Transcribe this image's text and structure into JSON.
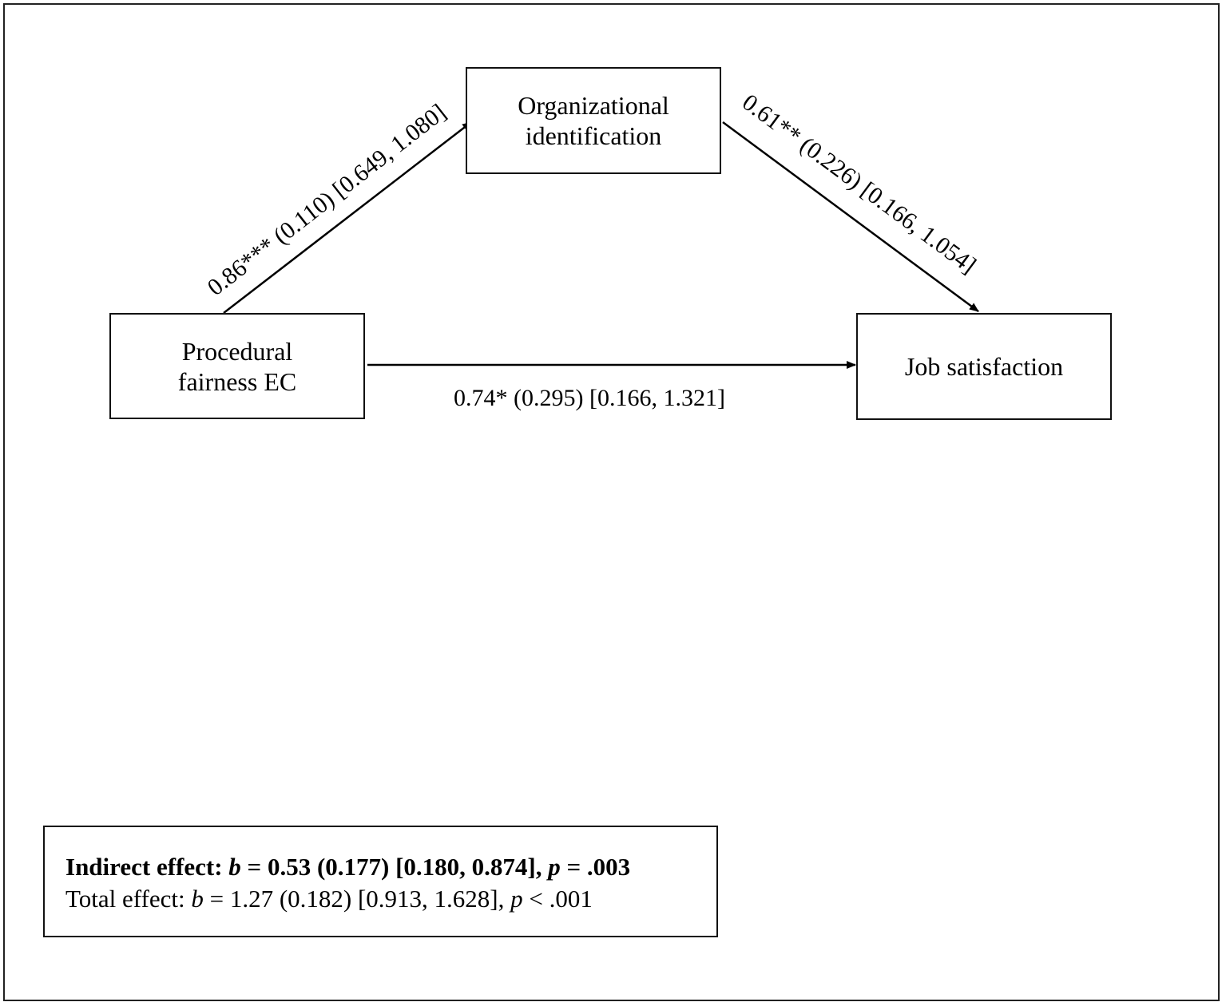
{
  "nodes": {
    "predictor": {
      "lines": [
        "Procedural",
        "fairness EC"
      ]
    },
    "mediator": {
      "lines": [
        "Organizational",
        "identification"
      ]
    },
    "outcome": {
      "lines": [
        "Job satisfaction"
      ]
    }
  },
  "paths": {
    "a": {
      "label": "0.86*** (0.110) [0.649, 1.080]"
    },
    "b": {
      "label": "0.61** (0.226) [0.166, 1.054]"
    },
    "c_prime": {
      "label": "0.74* (0.295) [0.166, 1.321]"
    }
  },
  "summary": {
    "indirect": {
      "prefix": "Indirect effect: ",
      "b_sym": "b",
      "middle": " = 0.53 (0.177) [0.180, 0.874], ",
      "p_sym": "p",
      "suffix": " = .003"
    },
    "total": {
      "prefix": "Total effect: ",
      "b_sym": "b",
      "middle": " = 1.27 (0.182) [0.913, 1.628], ",
      "p_sym": "p",
      "suffix": " < .001"
    }
  }
}
